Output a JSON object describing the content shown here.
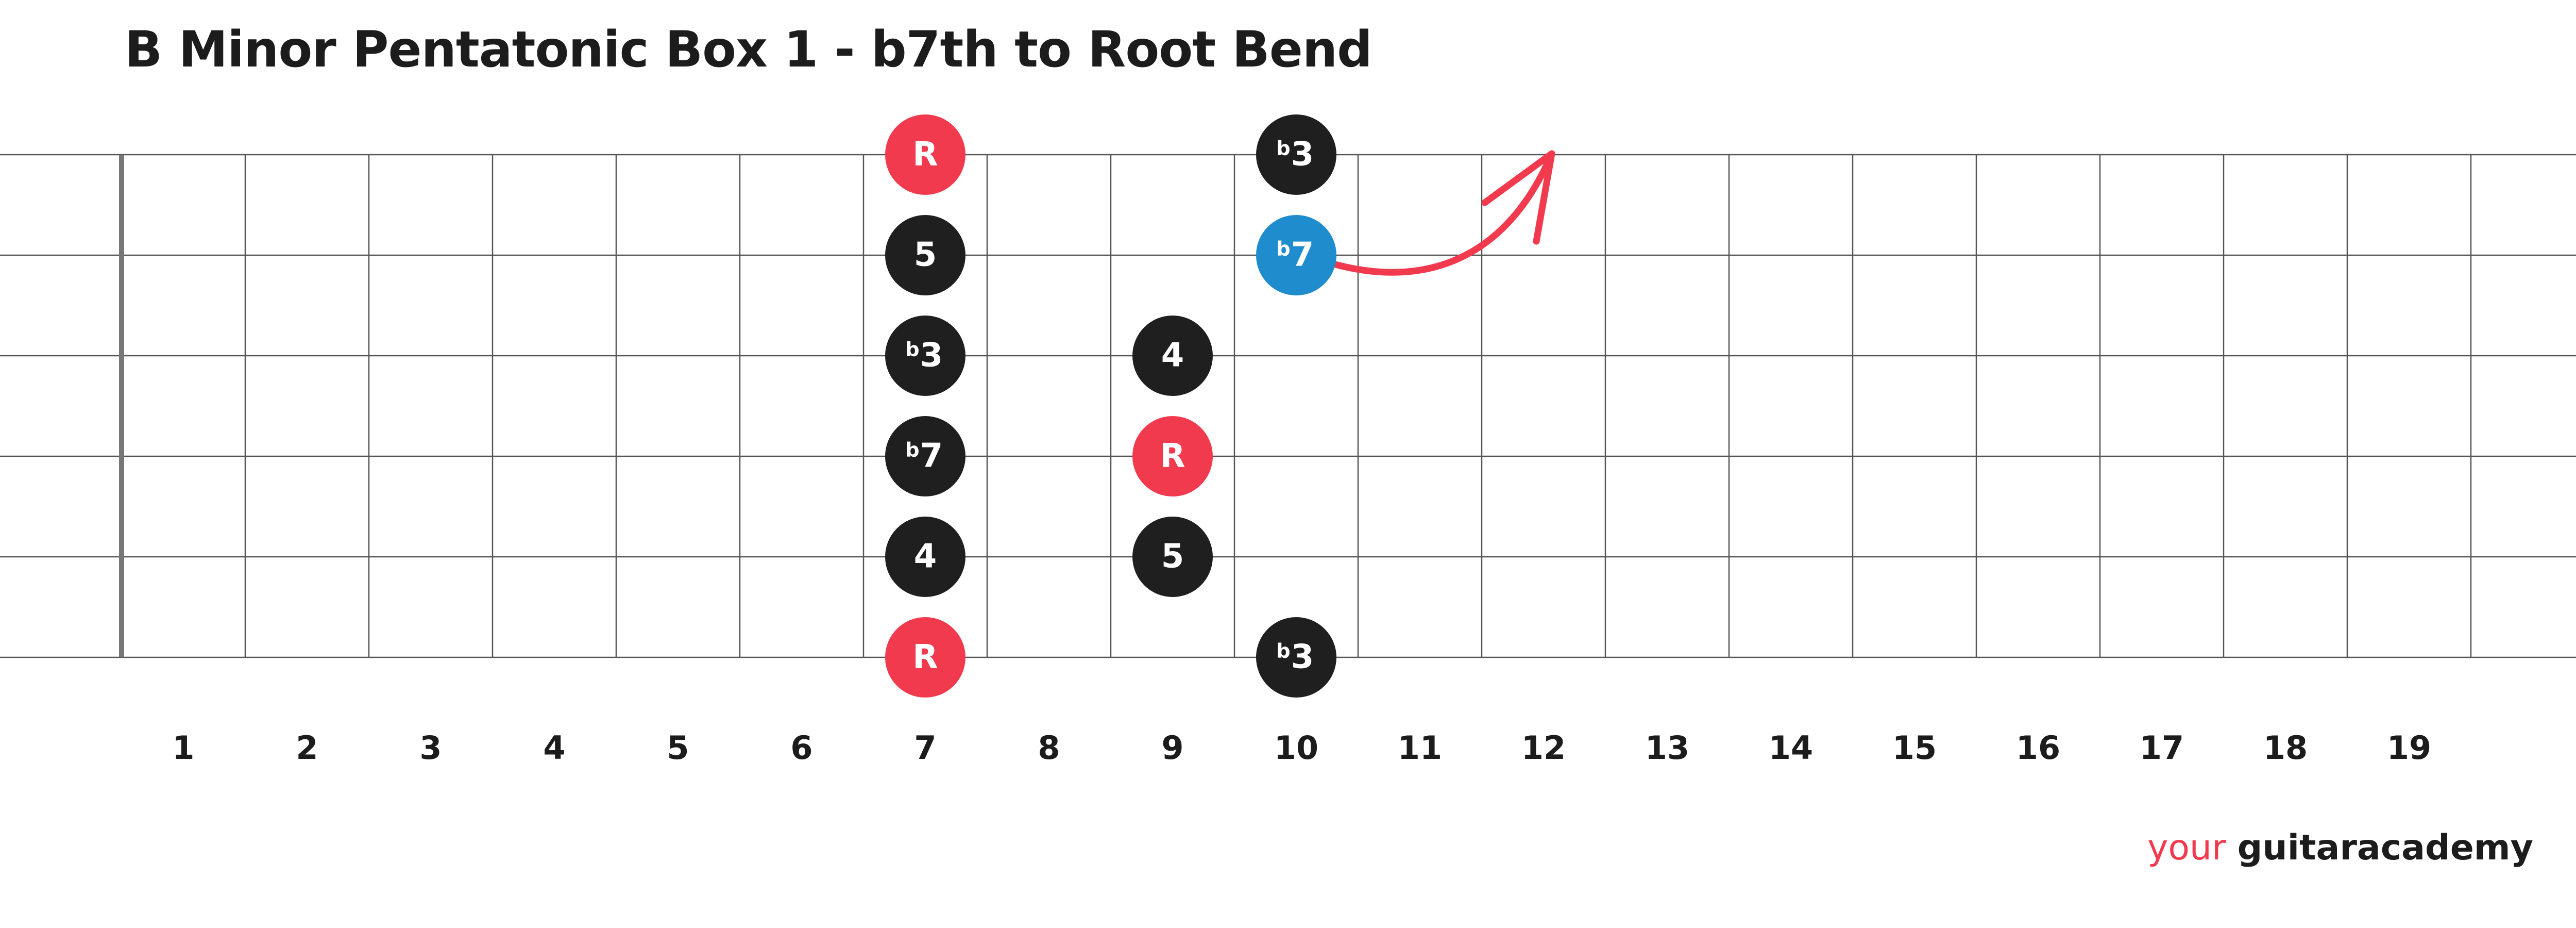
{
  "title": "B Minor Pentatonic Box 1 - b7th to Root Bend",
  "brand": {
    "part1": "your",
    "part2": "guitaracademy"
  },
  "colors": {
    "root": "#f23a4f",
    "note": "#1f1f1f",
    "bend": "#1e8ccd",
    "arrow": "#f23a4f",
    "line": "#555555"
  },
  "fretboard": {
    "strings": 6,
    "fret_numbers": [
      "1",
      "2",
      "3",
      "4",
      "5",
      "6",
      "7",
      "8",
      "9",
      "10",
      "11",
      "12",
      "13",
      "14",
      "15",
      "16",
      "17",
      "18",
      "19"
    ]
  },
  "notes": [
    {
      "string": 1,
      "fret": 7,
      "label": "R",
      "flat": false,
      "kind": "root"
    },
    {
      "string": 1,
      "fret": 10,
      "label": "3",
      "flat": true,
      "kind": "note"
    },
    {
      "string": 2,
      "fret": 7,
      "label": "5",
      "flat": false,
      "kind": "note"
    },
    {
      "string": 2,
      "fret": 10,
      "label": "7",
      "flat": true,
      "kind": "bend"
    },
    {
      "string": 3,
      "fret": 7,
      "label": "3",
      "flat": true,
      "kind": "note"
    },
    {
      "string": 3,
      "fret": 9,
      "label": "4",
      "flat": false,
      "kind": "note"
    },
    {
      "string": 4,
      "fret": 7,
      "label": "7",
      "flat": true,
      "kind": "note"
    },
    {
      "string": 4,
      "fret": 9,
      "label": "R",
      "flat": false,
      "kind": "root"
    },
    {
      "string": 5,
      "fret": 7,
      "label": "4",
      "flat": false,
      "kind": "note"
    },
    {
      "string": 5,
      "fret": 9,
      "label": "5",
      "flat": false,
      "kind": "note"
    },
    {
      "string": 6,
      "fret": 7,
      "label": "R",
      "flat": false,
      "kind": "root"
    },
    {
      "string": 6,
      "fret": 10,
      "label": "3",
      "flat": true,
      "kind": "note"
    }
  ],
  "flat_symbol": "b",
  "bend": {
    "string": 2,
    "fret": 10
  }
}
